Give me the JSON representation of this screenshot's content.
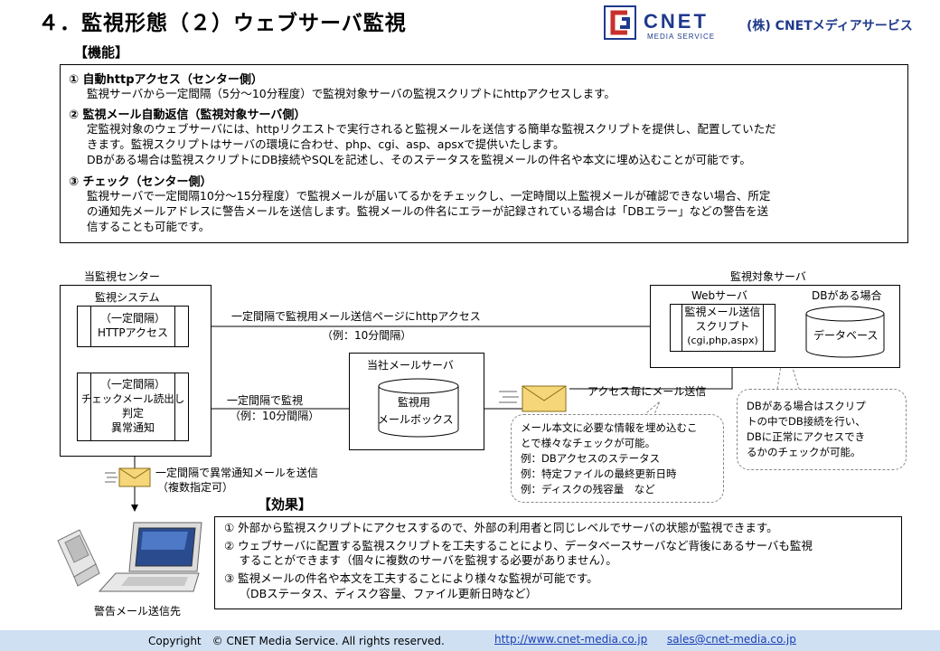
{
  "header": {
    "title": "４．監視形態（２）ウェブサーバ監視",
    "logo_text": "CNET",
    "logo_sub": "MEDIA SERVICE",
    "company": "(株) CNETメディアサービス"
  },
  "features": {
    "heading": "【機能】",
    "items": [
      {
        "title": "① 自動httpアクセス（センター側）",
        "lines": [
          "監視サーバから一定間隔（5分～10分程度）で監視対象サーバの監視スクリプトにhttpアクセスします。"
        ]
      },
      {
        "title": "② 監視メール自動返信（監視対象サーバ側）",
        "lines": [
          "定監視対象のウェブサーバには、httpリクエストで実行されると監視メールを送信する簡単な監視スクリプトを提供し、配置していただ",
          "きます。監視スクリプトはサーバの環境に合わせ、php、cgi、asp、apsxで提供いたします。",
          "DBがある場合は監視スクリプトにDB接続やSQLを記述し、そのステータスを監視メールの件名や本文に埋め込むことが可能です。"
        ]
      },
      {
        "title": "③ チェック（センター側）",
        "lines": [
          "監視サーバで一定間隔10分～15分程度）で監視メールが届いてるかをチェックし、一定時間以上監視メールが確認できない場合、所定",
          "の通知先メールアドレスに警告メールを送信します。監視メールの件名にエラーが記録されている場合は「DBエラー」などの警告を送",
          "信することも可能です。"
        ]
      }
    ]
  },
  "diagram": {
    "center_label": "当監視センター",
    "system_label": "監視システム",
    "http_cell": [
      "（一定間隔）",
      "HTTPアクセス"
    ],
    "check_cell": [
      "（一定間隔）",
      "チェックメール読出し",
      "判定",
      "異常通知"
    ],
    "arrow_http": "一定間隔で監視用メール送信ページにhttpアクセス",
    "arrow_http_ex": "（例：10分間隔）",
    "arrow_check": "一定間隔で監視",
    "arrow_check_ex": "（例：10分間隔）",
    "mail_server_label": "当社メールサーバ",
    "mailbox": [
      "監視用",
      "メールボックス"
    ],
    "target_label": "監視対象サーバ",
    "web_label": "Webサーバ",
    "db_case_label": "DBがある場合",
    "script_cell": [
      "監視メール送信",
      "スクリプト",
      "(cgi,php,aspx)"
    ],
    "database": "データベース",
    "send_each": "アクセス毎にメール送信",
    "bubble_mail": [
      "メール本文に必要な情報を埋め込むこ",
      "とで様々なチェックが可能。",
      "例：DBアクセスのステータス",
      "例：特定ファイルの最終更新日時",
      "例：ディスクの残容量　など"
    ],
    "bubble_db": [
      "DBがある場合はスクリプ",
      "トの中でDB接続を行い、",
      "DBに正常にアクセスでき",
      "るかのチェックが可能。"
    ],
    "alert_send": "一定間隔で異常通知メールを送信",
    "alert_send_sub": "（複数指定可）",
    "alert_dest": "警告メール送信先"
  },
  "effects": {
    "heading": "【効果】",
    "lines": [
      "① 外部から監視スクリプトにアクセスするので、外部の利用者と同じレベルでサーバの状態が監視できます。",
      "② ウェブサーバに配置する監視スクリプトを工夫することにより、データベースサーバなど背後にあるサーバも監視",
      "　 することができます（個々に複数のサーバを監視する必要がありません）。",
      "③ 監視メールの件名や本文を工夫することにより様々な監視が可能です。",
      "　 （DBステータス、ディスク容量、ファイル更新日時など）"
    ]
  },
  "footer": {
    "copyright": "Copyright　© CNET Media Service. All rights reserved.",
    "url": "http://www.cnet-media.co.jp",
    "email": "sales@cnet-media.co.jp"
  },
  "colors": {
    "brand": "#1f3a8c",
    "footer_bg": "#cfe0f3",
    "envelope": "#f5d77a"
  }
}
